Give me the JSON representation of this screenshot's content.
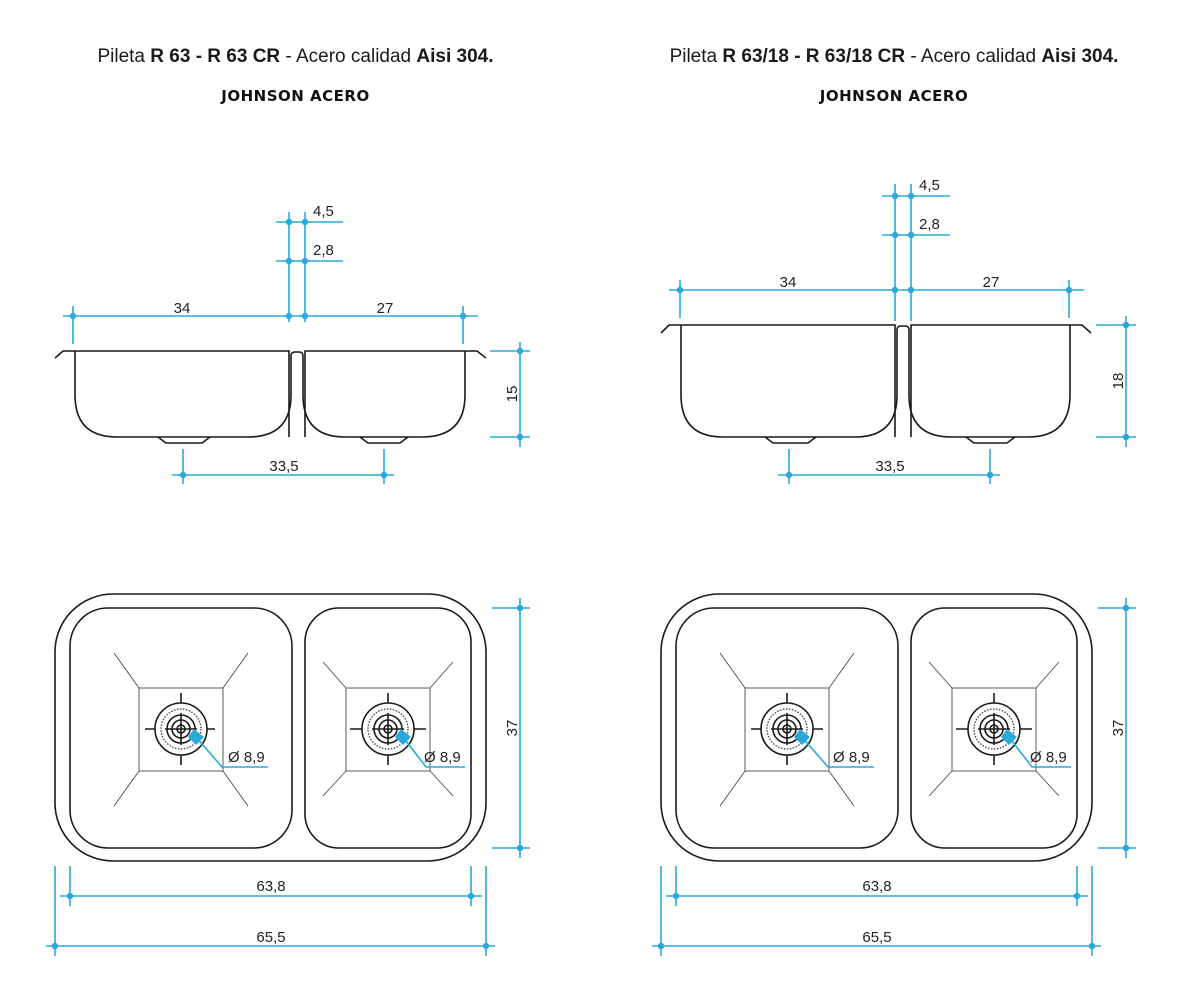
{
  "colors": {
    "dimension": "#29a8db",
    "outline": "#1a1a1a",
    "background": "#ffffff"
  },
  "left": {
    "title": {
      "prefix": "Pileta ",
      "models": "R 63 - R 63 CR",
      "middle": " - Acero calidad ",
      "material": "Aisi 304."
    },
    "brand": "JOHNSON ACERO",
    "dims": {
      "top_wall": "4,5",
      "wall": "2,8",
      "bowl_big": "34",
      "bowl_small": "27",
      "depth": "15",
      "drain_span": "33,5",
      "drain_big": "Ø 8,9",
      "drain_small": "Ø 8,9",
      "height": "37",
      "inner_width": "63,8",
      "outer_width": "65,5"
    }
  },
  "right": {
    "title": {
      "prefix": "Pileta ",
      "models": "R 63/18 - R 63/18 CR",
      "middle": " - Acero calidad ",
      "material": "Aisi 304."
    },
    "brand": "JOHNSON ACERO",
    "dims": {
      "top_wall": "4,5",
      "wall": "2,8",
      "bowl_big": "34",
      "bowl_small": "27",
      "depth": "18",
      "drain_span": "33,5",
      "drain_big": "Ø 8,9",
      "drain_small": "Ø 8,9",
      "height": "37",
      "inner_width": "63,8",
      "outer_width": "65,5"
    }
  }
}
